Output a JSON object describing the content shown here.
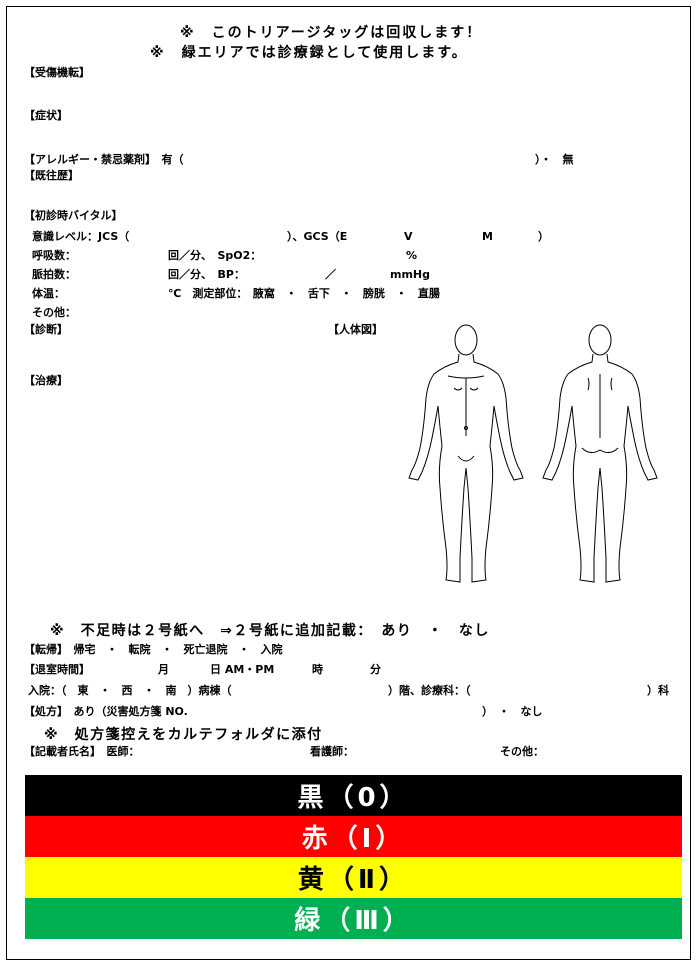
{
  "header": {
    "line1": "※　このトリアージタッグは回収します！",
    "line2": "※　緑エリアでは診療録として使用します。"
  },
  "sections": {
    "injury_mechanism": "【受傷機転】",
    "symptoms": "【症状】",
    "allergy": "【アレルギー・禁忌薬剤】　有（",
    "allergy_end": "）・　無",
    "history": "【既往歴】",
    "initial_vitals": "【初診時バイタル】",
    "diagnosis": "【診断】",
    "body_chart": "【人体図】",
    "treatment": "【治療】"
  },
  "vitals": {
    "consciousness": "意識レベル：JCS（",
    "gcs": "）、GCS（E",
    "gcs_v": "V",
    "gcs_m": "M",
    "gcs_close": "）",
    "resp_label": "呼吸数：",
    "resp_unit": "回／分、　SpO2：",
    "spo2_unit": "%",
    "pulse_label": "脈拍数：",
    "pulse_unit": "回／分、　BP：",
    "bp_slash": "／",
    "bp_unit": "mmHg",
    "temp_label": "体温：",
    "temp_unit": "℃　測定部位：　腋窩　・　舌下　・　膀胱　・　直腸",
    "other": "その他："
  },
  "footer": {
    "supplement": "※　不足時は２号紙へ　⇒２号紙に追加記載：　あり　・　なし",
    "disposition": "【転帰】　帰宅　・　転院　・　死亡退院　・　入院",
    "exit_time_label": "【退室時間】",
    "exit_month": "月",
    "exit_day": "日 AM・PM",
    "exit_hour": "時",
    "exit_min": "分",
    "admission": "入院：（　東　・　西　・　南　）病棟（",
    "admission_floor": "）階、診療科：（",
    "admission_dept": "）科",
    "prescription": "【処方】　あり（災害処方箋 NO.",
    "prescription_end": "）　・　なし",
    "attach_note": "※　処方箋控えをカルテフォルダに添付",
    "recorder": "【記載者氏名】　医師：",
    "nurse": "看護師：",
    "other_staff": "その他："
  },
  "triage": [
    {
      "label": "黒（0）",
      "bg": "#000000",
      "fg": "#ffffff"
    },
    {
      "label": "赤（Ⅰ）",
      "bg": "#ff0000",
      "fg": "#ffffff"
    },
    {
      "label": "黄（Ⅱ）",
      "bg": "#ffff00",
      "fg": "#000000"
    },
    {
      "label": "緑（Ⅲ）",
      "bg": "#00b050",
      "fg": "#ffffff"
    }
  ]
}
